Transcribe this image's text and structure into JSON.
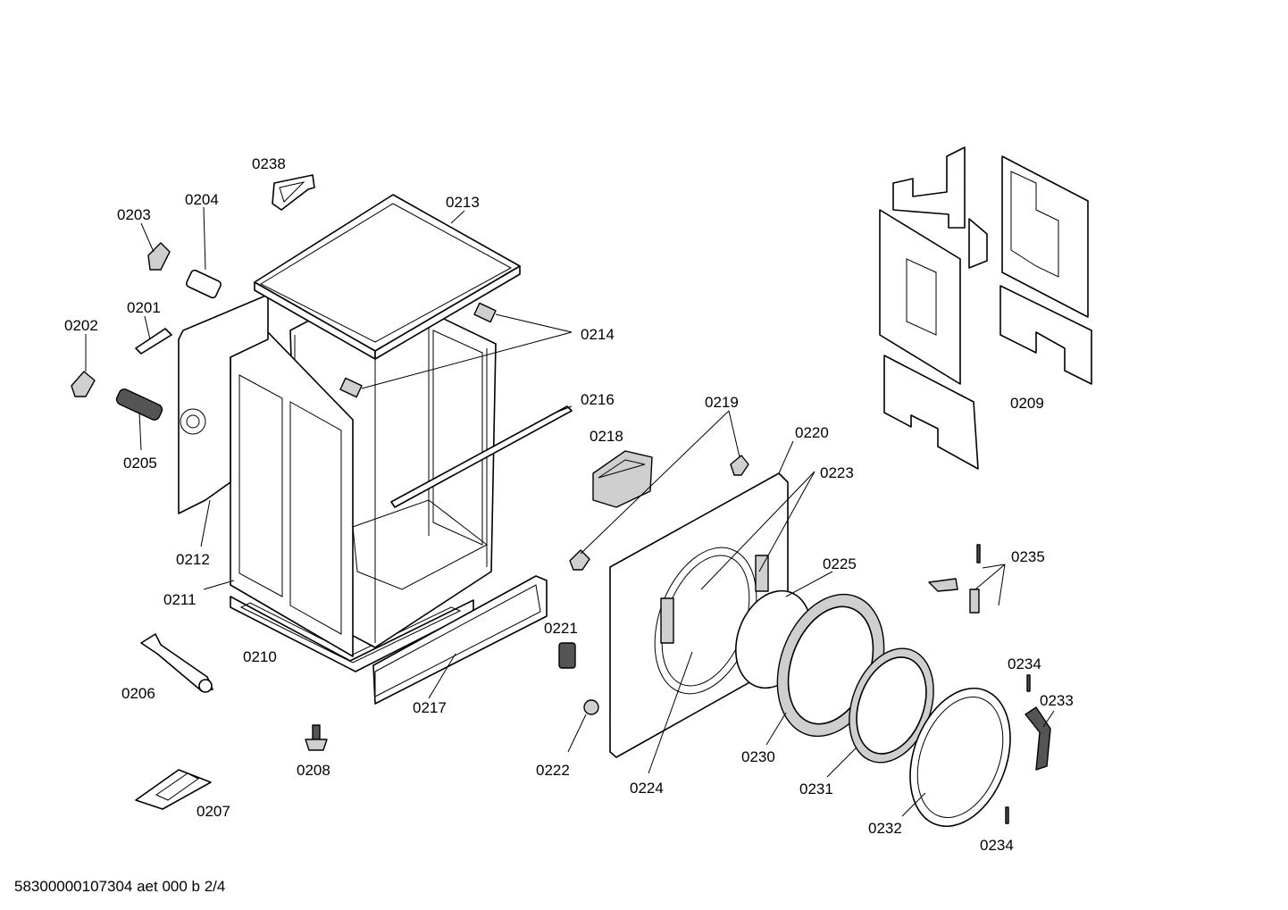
{
  "labels": {
    "p0201": "0201",
    "p0202": "0202",
    "p0203": "0203",
    "p0204": "0204",
    "p0205": "0205",
    "p0206": "0206",
    "p0207": "0207",
    "p0208": "0208",
    "p0209": "0209",
    "p0210": "0210",
    "p0211": "0211",
    "p0212": "0212",
    "p0213": "0213",
    "p0214": "0214",
    "p0216": "0216",
    "p0217": "0217",
    "p0218": "0218",
    "p0219": "0219",
    "p0220": "0220",
    "p0221": "0221",
    "p0222": "0222",
    "p0223": "0223",
    "p0224": "0224",
    "p0225": "0225",
    "p0230": "0230",
    "p0231": "0231",
    "p0232": "0232",
    "p0233": "0233",
    "p0234a": "0234",
    "p0234b": "0234",
    "p0235": "0235",
    "p0238": "0238"
  },
  "footer": {
    "code": "58300000107304 aet 000 b 2/4"
  }
}
